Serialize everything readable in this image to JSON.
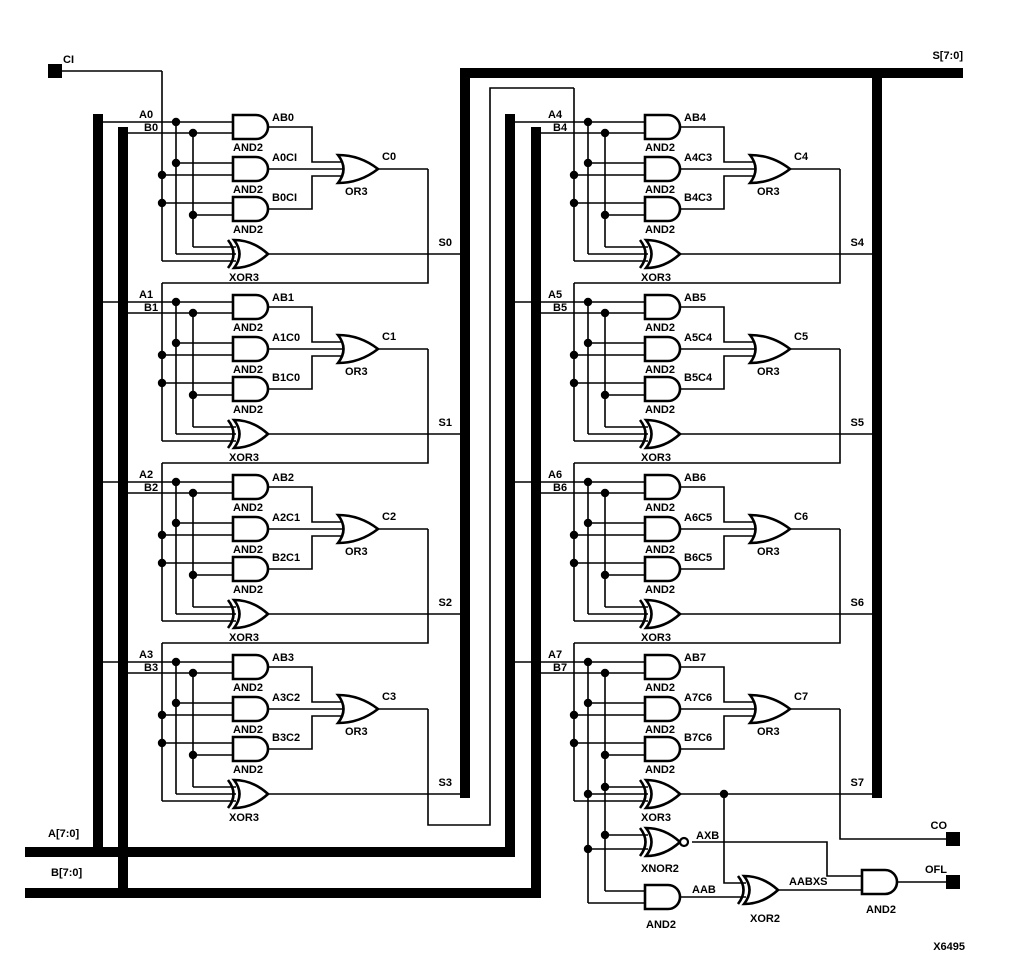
{
  "figure": {
    "id": "X6495"
  },
  "io": {
    "carry_in": {
      "label": "CI"
    },
    "sum_bus": {
      "label": "S[7:0]"
    },
    "a_bus": {
      "label": "A[7:0]"
    },
    "b_bus": {
      "label": "B[7:0]"
    },
    "carry_out": {
      "label": "CO"
    },
    "overflow": {
      "label": "OFL"
    }
  },
  "gate_labels": {
    "and2": "AND2",
    "or3": "OR3",
    "xor3": "XOR3",
    "xnor2": "XNOR2",
    "xor2": "XOR2"
  },
  "slices": [
    {
      "a": "A0",
      "b": "B0",
      "and_ab": "AB0",
      "and_ac": "A0CI",
      "and_bc": "B0CI",
      "carry": "C0",
      "sum": "S0"
    },
    {
      "a": "A1",
      "b": "B1",
      "and_ab": "AB1",
      "and_ac": "A1C0",
      "and_bc": "B1C0",
      "carry": "C1",
      "sum": "S1"
    },
    {
      "a": "A2",
      "b": "B2",
      "and_ab": "AB2",
      "and_ac": "A2C1",
      "and_bc": "B2C1",
      "carry": "C2",
      "sum": "S2"
    },
    {
      "a": "A3",
      "b": "B3",
      "and_ab": "AB3",
      "and_ac": "A3C2",
      "and_bc": "B3C2",
      "carry": "C3",
      "sum": "S3"
    },
    {
      "a": "A4",
      "b": "B4",
      "and_ab": "AB4",
      "and_ac": "A4C3",
      "and_bc": "B4C3",
      "carry": "C4",
      "sum": "S4"
    },
    {
      "a": "A5",
      "b": "B5",
      "and_ab": "AB5",
      "and_ac": "A5C4",
      "and_bc": "B5C4",
      "carry": "C5",
      "sum": "S5"
    },
    {
      "a": "A6",
      "b": "B6",
      "and_ab": "AB6",
      "and_ac": "A6C5",
      "and_bc": "B6C5",
      "carry": "C6",
      "sum": "S6"
    },
    {
      "a": "A7",
      "b": "B7",
      "and_ab": "AB7",
      "and_ac": "A7C6",
      "and_bc": "B7C6",
      "carry": "C7",
      "sum": "S7"
    }
  ],
  "overflow_logic": {
    "axb": "AXB",
    "aab": "AAB",
    "aabxs": "AABXS"
  },
  "colors": {
    "ink": "#000000",
    "background": "#ffffff"
  }
}
